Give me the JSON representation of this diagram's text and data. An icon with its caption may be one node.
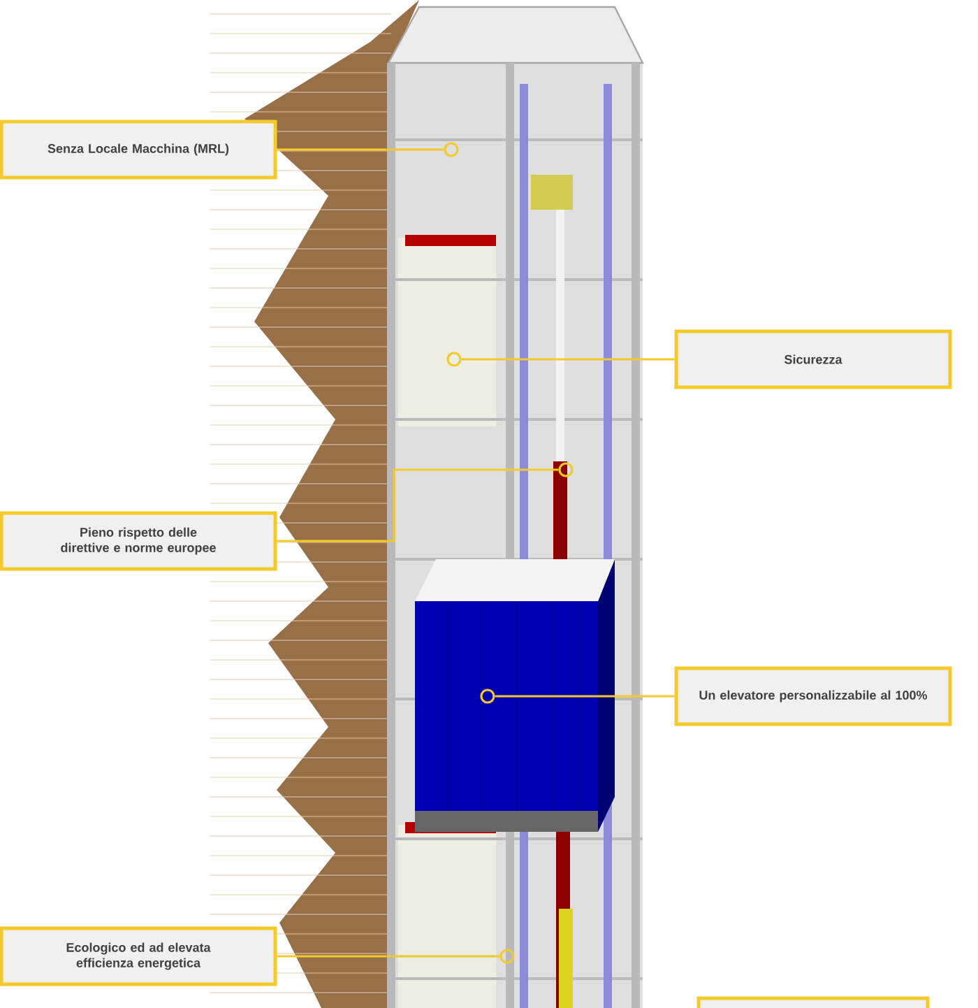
{
  "diagram": {
    "nodes": [
      {
        "text": [
          "Senza Locale Macchina (MRL)"
        ]
      },
      {
        "text": [],
        "shape": "circle"
      },
      {
        "text": [],
        "shape": "circle"
      },
      {
        "text": [
          "Sicurezza"
        ]
      },
      {
        "text": [],
        "shape": "circle"
      },
      {
        "text": [
          "Pieno rispetto delle direttive e norme europee"
        ]
      },
      {
        "text": [],
        "shape": "circle"
      },
      {
        "text": [
          "Un elevatore personalizzabile al 100%"
        ]
      },
      {
        "text": [
          "Ecologico ed ad elevata efficienza energetica"
        ]
      },
      {
        "text": [],
        "shape": "circle"
      },
      {
        "text": [],
        "shape": "box"
      }
    ],
    "edges": [
      {
        "from": 0,
        "to": 1,
        "arrow": "none"
      },
      {
        "from": 3,
        "to": 2,
        "arrow": "none"
      },
      {
        "from": 5,
        "to": 4,
        "arrow": "none"
      },
      {
        "from": 7,
        "to": 6,
        "arrow": "none"
      },
      {
        "from": 8,
        "to": 9,
        "arrow": "none"
      }
    ]
  }
}
